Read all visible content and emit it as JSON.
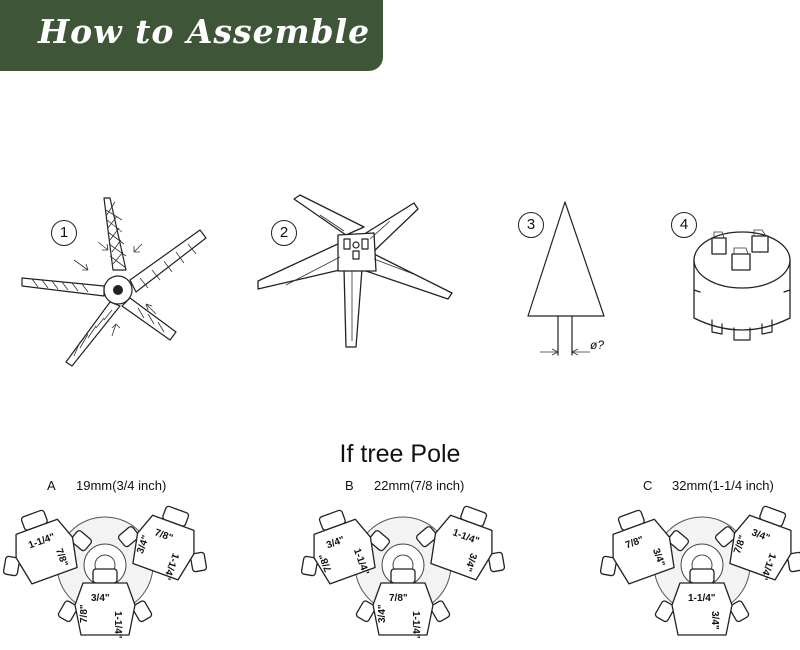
{
  "header": {
    "title": "How to Assemble"
  },
  "steps": [
    {
      "number": "1"
    },
    {
      "number": "2"
    },
    {
      "number": "3",
      "pole_diameter_label": "ø?"
    },
    {
      "number": "4"
    }
  ],
  "pole_section": {
    "title": "If tree Pole",
    "options": [
      {
        "letter": "A",
        "size": "19mm(3/4 inch)",
        "sockets": [
          "1-1/4\"",
          "7/8\"",
          "3/4\""
        ],
        "socket_sizes": {
          "left": [
            "1-1/4\"",
            "7/8\""
          ],
          "right": [
            "7/8\"",
            "1-1/4\"",
            "3/4\""
          ],
          "bottom": [
            "3/4\"",
            "1-1/4\"",
            "7/8\""
          ]
        }
      },
      {
        "letter": "B",
        "size": "22mm(7/8 inch)",
        "socket_sizes": {
          "left": [
            "3/4\"",
            "1-1/4\"",
            "7/8\""
          ],
          "right": [
            "1-1/4\"",
            "3/4\""
          ],
          "bottom": [
            "7/8\"",
            "1-1/4\"",
            "3/4\""
          ]
        }
      },
      {
        "letter": "C",
        "size": "32mm(1-1/4 inch)",
        "socket_sizes": {
          "left": [
            "7/8\"",
            "3/4\""
          ],
          "right": [
            "3/4\"",
            "1-1/4\"",
            "7/8\""
          ],
          "bottom": [
            "1-1/4\"",
            "3/4\""
          ]
        }
      }
    ]
  }
}
